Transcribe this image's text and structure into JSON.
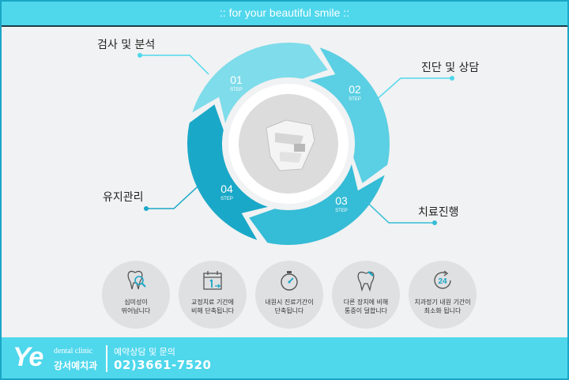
{
  "banner": {
    "text": ":: for your beautiful smile ::"
  },
  "steps": [
    {
      "number": "01",
      "step_label": "STEP",
      "title": "검사 및 분석",
      "color": "#7fdcea"
    },
    {
      "number": "02",
      "step_label": "STEP",
      "title": "진단 및 상담",
      "color": "#5bcfe3"
    },
    {
      "number": "03",
      "step_label": "STEP",
      "title": "치료진행",
      "color": "#35bcd6"
    },
    {
      "number": "04",
      "step_label": "STEP",
      "title": "유지관리",
      "color": "#1aa8c8"
    }
  ],
  "features": [
    {
      "icon": "tooth-magnifier-icon",
      "line1": "심미성이",
      "line2": "뛰어납니다"
    },
    {
      "icon": "calendar-icon",
      "line1": "교정치료 기간에",
      "line2": "비해 단축됩니다"
    },
    {
      "icon": "stopwatch-icon",
      "line1": "내원시 진료기간이",
      "line2": "단축됩니다"
    },
    {
      "icon": "tooth-icon",
      "line1": "다른 장치에 비해",
      "line2": "통증이 덜합니다"
    },
    {
      "icon": "24-hour-icon",
      "line1": "치과정기 내원 기간이",
      "line2": "최소화 됩니다"
    }
  ],
  "footer": {
    "logo_mark": "Ye",
    "logo_sub": "dental clinic",
    "logo_name": "강서예치과",
    "contact_title": "예약상담 및 문의",
    "phone": "02)3661-7520"
  },
  "colors": {
    "accent": "#4fd7ec",
    "dark_accent": "#1aa6c6",
    "background": "#f1f2f3"
  }
}
